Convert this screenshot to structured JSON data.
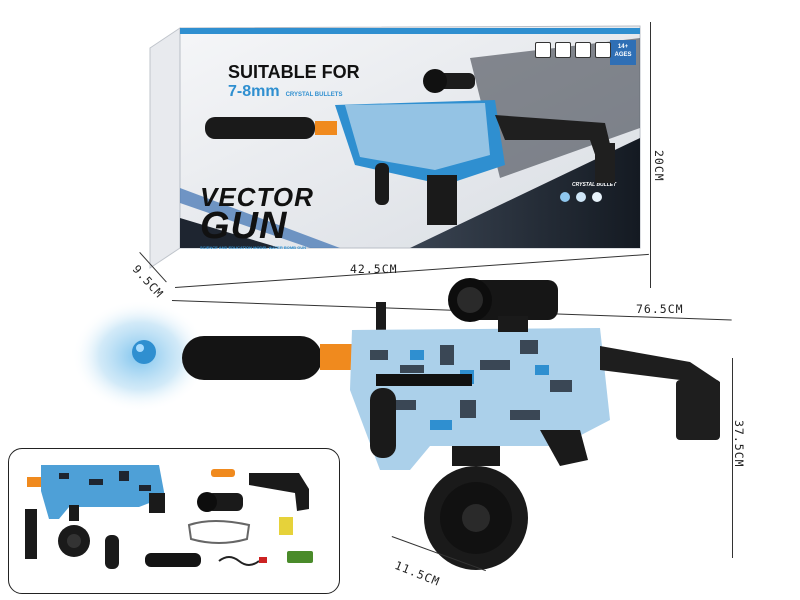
{
  "box": {
    "headline_1": "SUITABLE FOR",
    "headline_2": "7-8mm",
    "headline_3": "CRYSTAL BULLETS",
    "title_1": "VECTOR",
    "title_2": "GUN",
    "subtitle": "SCIENCE AND EDUCATION MODEL WATER BOMB GUN",
    "age_badge": "14+ AGES",
    "crystal_label": "CRYSTAL BULLET"
  },
  "dimensions": {
    "box_height": "20CM",
    "box_depth": "9.5CM",
    "box_length": "42.5CM",
    "gun_length": "76.5CM",
    "gun_height": "37.5CM",
    "drum_size": "11.5CM"
  },
  "colors": {
    "accent_blue": "#2f8fd0",
    "box_dark": "#1e2530",
    "suppressor": "#1a1a1a",
    "tip_orange": "#f08a1e"
  }
}
